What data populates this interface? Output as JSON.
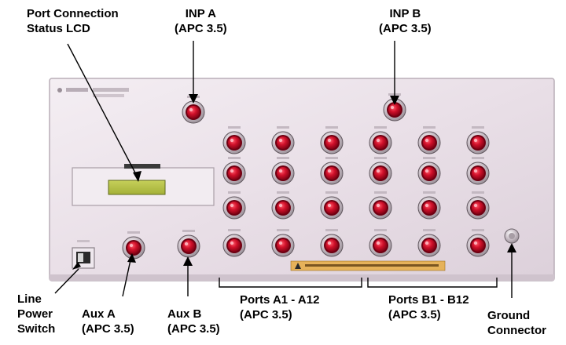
{
  "labels": {
    "port_lcd": [
      "Port Connection",
      "Status LCD"
    ],
    "inp_a": [
      "INP A",
      "(APC 3.5)"
    ],
    "inp_b": [
      "INP B",
      "(APC 3.5)"
    ],
    "line_power": [
      "Line",
      "Power",
      "Switch"
    ],
    "aux_a": [
      "Aux A",
      "(APC 3.5)"
    ],
    "aux_b": [
      "Aux B",
      "(APC 3.5)"
    ],
    "ports_a": [
      "Ports A1 - A12",
      "(APC 3.5)"
    ],
    "ports_b": [
      "Ports B1 - B12",
      "(APC 3.5)"
    ],
    "ground": [
      "Ground",
      "Connector"
    ]
  },
  "colors": {
    "panel": "#ece3ea",
    "connector_red": "#d0102a",
    "lcd_green": "#b6c24a",
    "leader": "#000000"
  },
  "icons": [
    "connector-icon",
    "power-switch-icon",
    "ground-post-icon",
    "warning-label-icon"
  ]
}
